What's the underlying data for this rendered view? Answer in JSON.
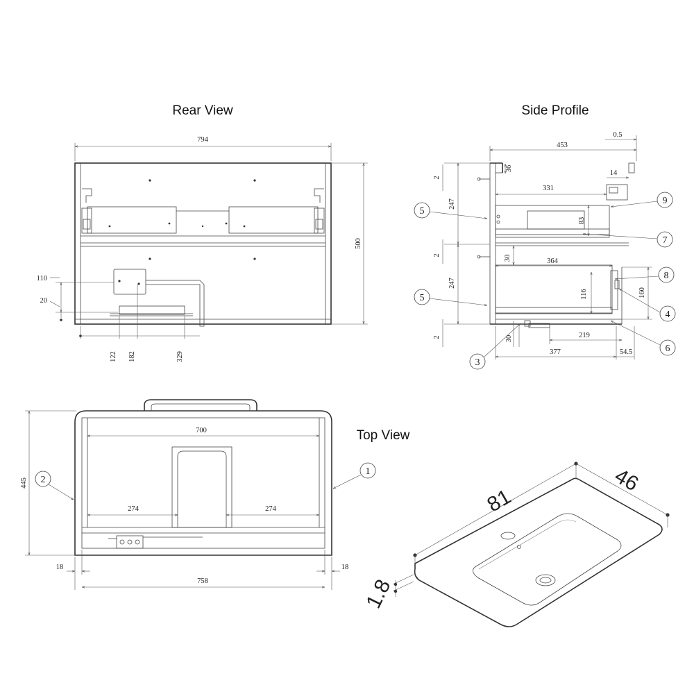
{
  "views": {
    "rear": {
      "title": "Rear View"
    },
    "side": {
      "title": "Side Profile"
    },
    "top": {
      "title": "Top View"
    }
  },
  "dimensions": {
    "rear": {
      "width": "794",
      "height": "500",
      "d110": "110",
      "d20": "20",
      "d122": "122",
      "d182": "182",
      "d329": "329"
    },
    "side": {
      "depth": "453",
      "d05": "0.5",
      "d36": "36",
      "d14": "14",
      "d331": "331",
      "d2a": "2",
      "d247a": "247",
      "d83": "83",
      "d2b": "2",
      "d30a": "30",
      "d364": "364",
      "d247b": "247",
      "d116": "116",
      "d160": "160",
      "d2c": "2",
      "d30b": "30",
      "d219": "219",
      "d377": "377",
      "d545": "54.5"
    },
    "top": {
      "d700": "700",
      "d445": "445",
      "d274a": "274",
      "d274b": "274",
      "d18a": "18",
      "d18b": "18",
      "d758": "758"
    },
    "basin": {
      "length": "81",
      "width": "46",
      "thickness": "1.8"
    }
  },
  "balloons": {
    "b1": "1",
    "b2": "2",
    "b3": "3",
    "b4": "4",
    "b5a": "5",
    "b5b": "5",
    "b6": "6",
    "b7": "7",
    "b8": "8",
    "b9": "9"
  }
}
